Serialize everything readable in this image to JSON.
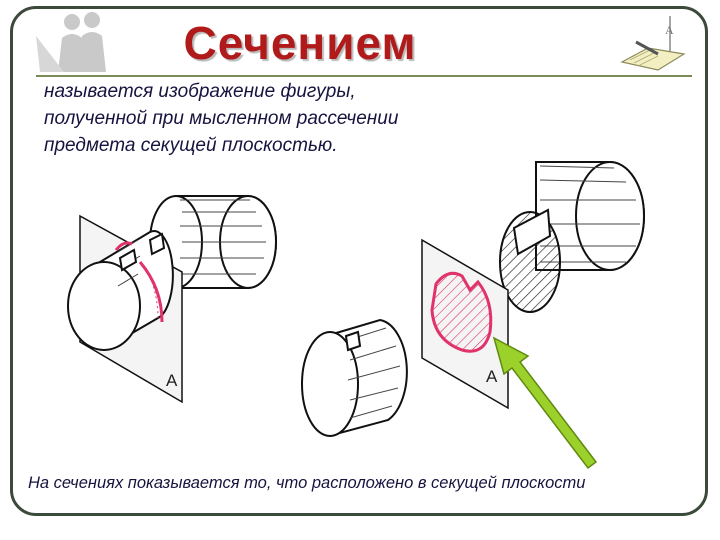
{
  "slide": {
    "title": "Сечением",
    "definition": "называется  изображение  фигуры,\nполученной  при мысленном рассечении\nпредмета секущей плоскостью.",
    "plane_label_left": "A",
    "plane_label_right": "A",
    "footer_note": "На сечениях показывается то, что расположено в секущей плоскости"
  },
  "colors": {
    "title": "#b11a1a",
    "text": "#17133f",
    "frame": "#3b4a3a",
    "section_outline": "#e0336a",
    "arrow": "#9bd12a"
  },
  "icons": {
    "corner_left": "people-silhouettes-icon",
    "corner_right": "book-pen-icon"
  }
}
